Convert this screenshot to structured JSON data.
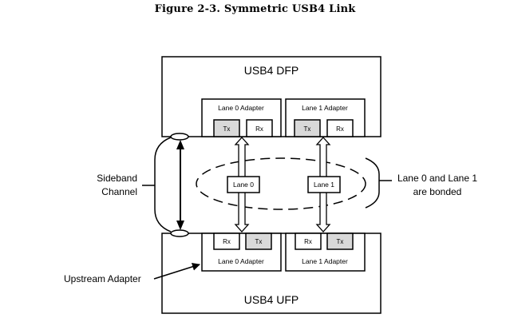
{
  "figure": {
    "title": "Figure 2-3.  Symmetric USB4 Link"
  },
  "dfp": {
    "label": "USB4 DFP",
    "adapters": [
      {
        "label": "Lane 0 Adapter",
        "ports": [
          "Tx",
          "Rx"
        ]
      },
      {
        "label": "Lane 1 Adapter",
        "ports": [
          "Tx",
          "Rx"
        ]
      }
    ]
  },
  "ufp": {
    "label": "USB4 UFP",
    "adapters": [
      {
        "label": "Lane 0 Adapter",
        "ports": [
          "Rx",
          "Tx"
        ]
      },
      {
        "label": "Lane 1 Adapter",
        "ports": [
          "Rx",
          "Tx"
        ]
      }
    ]
  },
  "lanes": [
    "Lane 0",
    "Lane 1"
  ],
  "annotations": {
    "sideband_line1": "Sideband",
    "sideband_line2": "Channel",
    "bonded_line1": "Lane 0 and Lane 1",
    "bonded_line2": "are bonded",
    "upstream_adapter": "Upstream Adapter"
  },
  "colors": {
    "tx_fill": "#d9d9d9",
    "rx_fill": "#ffffff",
    "stroke": "#000000"
  }
}
